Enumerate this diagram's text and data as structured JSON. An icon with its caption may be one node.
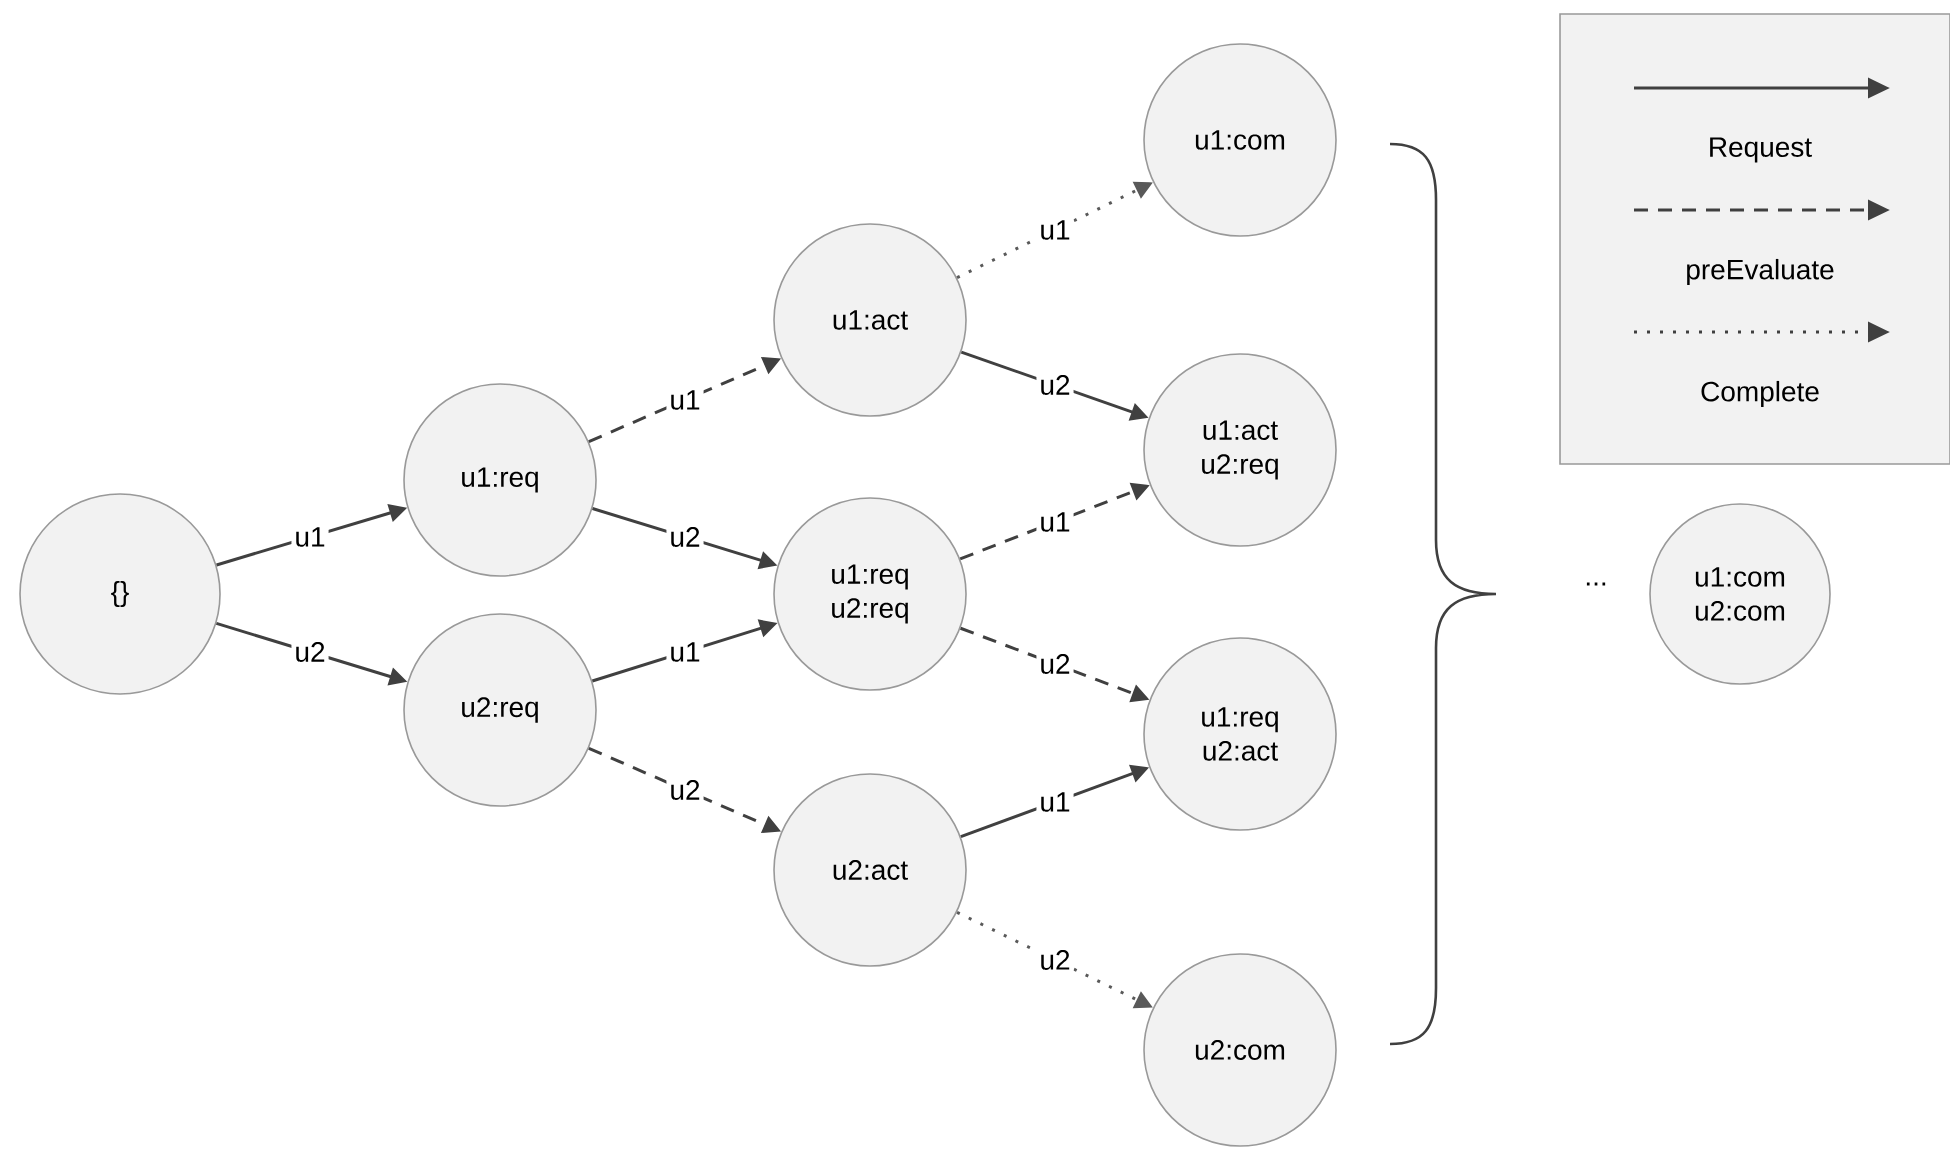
{
  "diagram": {
    "nodes": [
      {
        "text": [
          "{}"
        ]
      },
      {
        "text": [
          "u1:req"
        ]
      },
      {
        "text": [
          "u2:req"
        ]
      },
      {
        "text": [
          "u1:act"
        ]
      },
      {
        "text": [
          "u1:req u2:req"
        ]
      },
      {
        "text": [
          "u2:act"
        ]
      },
      {
        "text": [
          "u1:com"
        ]
      },
      {
        "text": [
          "u1:act u2:req"
        ]
      },
      {
        "text": [
          "u1:req u2:act"
        ]
      },
      {
        "text": [
          "u2:com"
        ]
      },
      {
        "text": [
          "u1:com u2:com"
        ]
      }
    ],
    "edges": [
      {
        "from": 0,
        "to": 1,
        "arrow": "to",
        "label": "u1"
      },
      {
        "from": 0,
        "to": 2,
        "arrow": "to",
        "label": "u2"
      },
      {
        "from": 1,
        "to": 3,
        "arrow": "to",
        "label": "u1",
        "style": "dashed"
      },
      {
        "from": 1,
        "to": 4,
        "arrow": "to",
        "label": "u2"
      },
      {
        "from": 2,
        "to": 4,
        "arrow": "to",
        "label": "u1"
      },
      {
        "from": 2,
        "to": 5,
        "arrow": "to",
        "label": "u2",
        "style": "dashed"
      },
      {
        "from": 3,
        "to": 6,
        "arrow": "to",
        "label": "u1",
        "style": "dashed",
        "color": "#595959"
      },
      {
        "from": 3,
        "to": 7,
        "arrow": "to",
        "label": "u2"
      },
      {
        "from": 4,
        "to": 7,
        "arrow": "to",
        "label": "u1",
        "style": "dashed"
      },
      {
        "from": 4,
        "to": 8,
        "arrow": "to",
        "label": "u2",
        "style": "dashed"
      },
      {
        "from": 5,
        "to": 8,
        "arrow": "to",
        "label": "u1"
      },
      {
        "from": 5,
        "to": 9,
        "arrow": "to",
        "label": "u2",
        "style": "dashed",
        "color": "#595959"
      }
    ],
    "labels": [
      "..."
    ],
    "legend": [
      {
        "text": "Request"
      },
      {
        "text": "preEvaluate"
      },
      {
        "text": "Complete"
      }
    ]
  }
}
